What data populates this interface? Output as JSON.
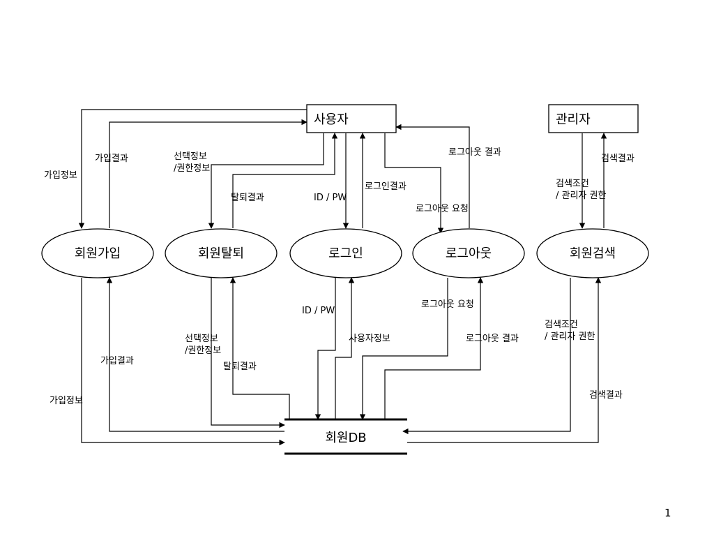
{
  "entities": {
    "user": "사용자",
    "admin": "관리자"
  },
  "processes": {
    "signup": "회원가입",
    "withdraw": "회원탈퇴",
    "login": "로그인",
    "logout": "로그아웃",
    "search": "회원검색"
  },
  "datastore": "회원DB",
  "labels": {
    "signup_info_top": "가입정보",
    "signup_result_top": "가입결과",
    "select_info_top_1": "선택정보",
    "select_info_top_2": "/권한정보",
    "withdraw_result_top": "탈퇴결과",
    "idpw_top": "ID / PW",
    "login_result_top": "로그인결과",
    "logout_result_top": "로그아웃 결과",
    "logout_request_top": "로그아웃 요청",
    "search_cond_top_1": "검색조건",
    "search_cond_top_2": "/ 관리자 권한",
    "search_result_top": "검색결과",
    "signup_result_bottom": "가입결과",
    "signup_info_bottom": "가입정보",
    "select_info_bottom_1": "선택정보",
    "select_info_bottom_2": "/권한정보",
    "withdraw_result_bottom": "탈퇴결과",
    "idpw_bottom": "ID / PW",
    "user_info_bottom": "사용자정보",
    "logout_request_bottom": "로그아웃 요청",
    "logout_result_bottom": "로그아웃 결과",
    "search_cond_bottom_1": "검색조건",
    "search_cond_bottom_2": "/ 관리자 권한",
    "search_result_bottom": "검색결과"
  },
  "page_number": "1"
}
